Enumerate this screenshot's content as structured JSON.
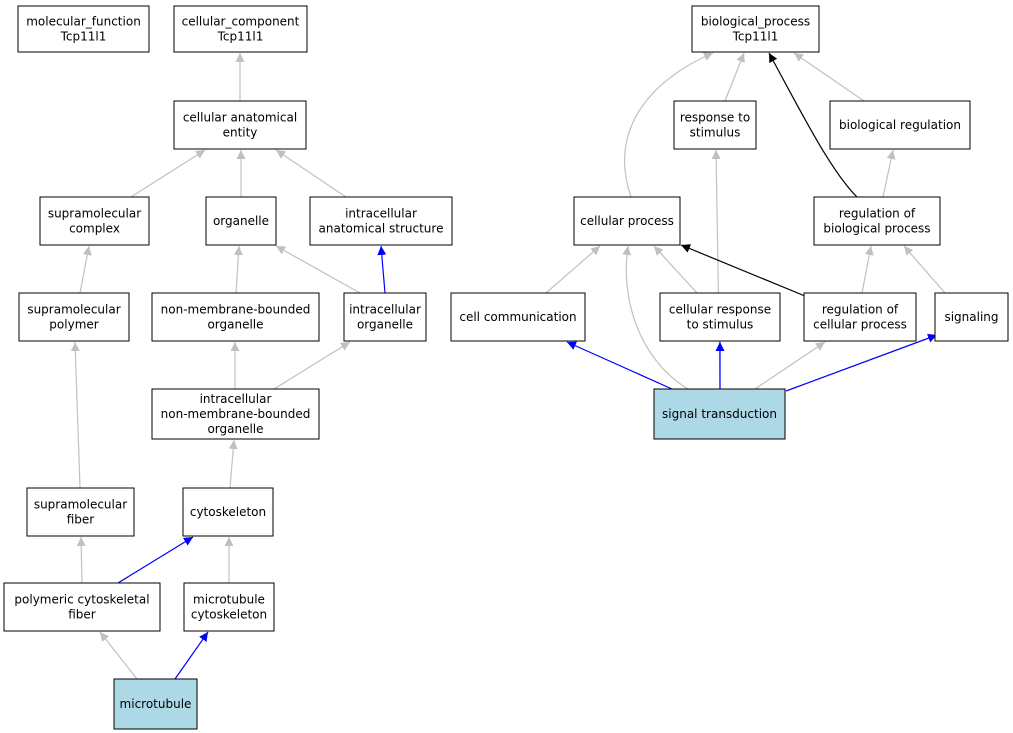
{
  "colors": {
    "gray": "#c0c0c0",
    "blue": "#0000ff",
    "black": "#000000",
    "node_fill": "#ffffff",
    "highlight_fill": "#add8e6"
  },
  "nodes": [
    {
      "id": "molecular_function",
      "lines": [
        "molecular_function",
        "Tcp11l1"
      ],
      "highlight": false
    },
    {
      "id": "cellular_component",
      "lines": [
        "cellular_component",
        "Tcp11l1"
      ],
      "highlight": false
    },
    {
      "id": "biological_process",
      "lines": [
        "biological_process",
        "Tcp11l1"
      ],
      "highlight": false
    },
    {
      "id": "cellular_anatomical_entity",
      "lines": [
        "cellular anatomical",
        "entity"
      ],
      "highlight": false
    },
    {
      "id": "response_to_stimulus",
      "lines": [
        "response to",
        "stimulus"
      ],
      "highlight": false
    },
    {
      "id": "biological_regulation",
      "lines": [
        "biological regulation"
      ],
      "highlight": false
    },
    {
      "id": "supramolecular_complex",
      "lines": [
        "supramolecular",
        "complex"
      ],
      "highlight": false
    },
    {
      "id": "organelle",
      "lines": [
        "organelle"
      ],
      "highlight": false
    },
    {
      "id": "intracellular_anatomical_structure",
      "lines": [
        "intracellular",
        "anatomical structure"
      ],
      "highlight": false
    },
    {
      "id": "cellular_process",
      "lines": [
        "cellular process"
      ],
      "highlight": false
    },
    {
      "id": "regulation_of_biological_process",
      "lines": [
        "regulation of",
        "biological process"
      ],
      "highlight": false
    },
    {
      "id": "supramolecular_polymer",
      "lines": [
        "supramolecular",
        "polymer"
      ],
      "highlight": false
    },
    {
      "id": "non_membrane_bounded_organelle",
      "lines": [
        "non-membrane-bounded",
        "organelle"
      ],
      "highlight": false
    },
    {
      "id": "intracellular_organelle",
      "lines": [
        "intracellular",
        "organelle"
      ],
      "highlight": false
    },
    {
      "id": "cell_communication",
      "lines": [
        "cell communication"
      ],
      "highlight": false
    },
    {
      "id": "cellular_response_to_stimulus",
      "lines": [
        "cellular response",
        "to stimulus"
      ],
      "highlight": false
    },
    {
      "id": "regulation_of_cellular_process",
      "lines": [
        "regulation of",
        "cellular process"
      ],
      "highlight": false
    },
    {
      "id": "signaling",
      "lines": [
        "signaling"
      ],
      "highlight": false
    },
    {
      "id": "intracellular_non_membrane_bounded_organelle",
      "lines": [
        "intracellular",
        "non-membrane-bounded",
        "organelle"
      ],
      "highlight": false
    },
    {
      "id": "signal_transduction",
      "lines": [
        "signal transduction"
      ],
      "highlight": true
    },
    {
      "id": "supramolecular_fiber",
      "lines": [
        "supramolecular",
        "fiber"
      ],
      "highlight": false
    },
    {
      "id": "cytoskeleton",
      "lines": [
        "cytoskeleton"
      ],
      "highlight": false
    },
    {
      "id": "polymeric_cytoskeletal_fiber",
      "lines": [
        "polymeric cytoskeletal",
        "fiber"
      ],
      "highlight": false
    },
    {
      "id": "microtubule_cytoskeleton",
      "lines": [
        "microtubule",
        "cytoskeleton"
      ],
      "highlight": false
    },
    {
      "id": "microtubule",
      "lines": [
        "microtubule"
      ],
      "highlight": true
    }
  ],
  "edges": [
    {
      "from": "cellular_anatomical_entity",
      "to": "cellular_component",
      "color": "gray"
    },
    {
      "from": "supramolecular_complex",
      "to": "cellular_anatomical_entity",
      "color": "gray"
    },
    {
      "from": "organelle",
      "to": "cellular_anatomical_entity",
      "color": "gray"
    },
    {
      "from": "intracellular_anatomical_structure",
      "to": "cellular_anatomical_entity",
      "color": "gray"
    },
    {
      "from": "supramolecular_polymer",
      "to": "supramolecular_complex",
      "color": "gray"
    },
    {
      "from": "non_membrane_bounded_organelle",
      "to": "organelle",
      "color": "gray"
    },
    {
      "from": "intracellular_organelle",
      "to": "organelle",
      "color": "gray"
    },
    {
      "from": "intracellular_organelle",
      "to": "intracellular_anatomical_structure",
      "color": "blue"
    },
    {
      "from": "intracellular_non_membrane_bounded_organelle",
      "to": "non_membrane_bounded_organelle",
      "color": "gray"
    },
    {
      "from": "intracellular_non_membrane_bounded_organelle",
      "to": "intracellular_organelle",
      "color": "gray"
    },
    {
      "from": "supramolecular_fiber",
      "to": "supramolecular_polymer",
      "color": "gray"
    },
    {
      "from": "cytoskeleton",
      "to": "intracellular_non_membrane_bounded_organelle",
      "color": "gray"
    },
    {
      "from": "polymeric_cytoskeletal_fiber",
      "to": "supramolecular_fiber",
      "color": "gray"
    },
    {
      "from": "polymeric_cytoskeletal_fiber",
      "to": "cytoskeleton",
      "color": "blue"
    },
    {
      "from": "microtubule_cytoskeleton",
      "to": "cytoskeleton",
      "color": "gray"
    },
    {
      "from": "microtubule",
      "to": "polymeric_cytoskeletal_fiber",
      "color": "gray"
    },
    {
      "from": "microtubule",
      "to": "microtubule_cytoskeleton",
      "color": "blue"
    },
    {
      "from": "cellular_process",
      "to": "biological_process",
      "color": "gray"
    },
    {
      "from": "response_to_stimulus",
      "to": "biological_process",
      "color": "gray"
    },
    {
      "from": "biological_regulation",
      "to": "biological_process",
      "color": "gray"
    },
    {
      "from": "regulation_of_biological_process",
      "to": "biological_process",
      "color": "black"
    },
    {
      "from": "regulation_of_biological_process",
      "to": "biological_regulation",
      "color": "gray"
    },
    {
      "from": "cell_communication",
      "to": "cellular_process",
      "color": "gray"
    },
    {
      "from": "cellular_response_to_stimulus",
      "to": "cellular_process",
      "color": "gray"
    },
    {
      "from": "cellular_response_to_stimulus",
      "to": "response_to_stimulus",
      "color": "gray"
    },
    {
      "from": "regulation_of_cellular_process",
      "to": "cellular_process",
      "color": "black"
    },
    {
      "from": "regulation_of_cellular_process",
      "to": "regulation_of_biological_process",
      "color": "gray"
    },
    {
      "from": "signaling",
      "to": "regulation_of_biological_process",
      "color": "gray"
    },
    {
      "from": "signal_transduction",
      "to": "cellular_process",
      "color": "gray"
    },
    {
      "from": "signal_transduction",
      "to": "cell_communication",
      "color": "blue"
    },
    {
      "from": "signal_transduction",
      "to": "cellular_response_to_stimulus",
      "color": "blue"
    },
    {
      "from": "signal_transduction",
      "to": "regulation_of_cellular_process",
      "color": "gray"
    },
    {
      "from": "signal_transduction",
      "to": "signaling",
      "color": "blue"
    }
  ]
}
